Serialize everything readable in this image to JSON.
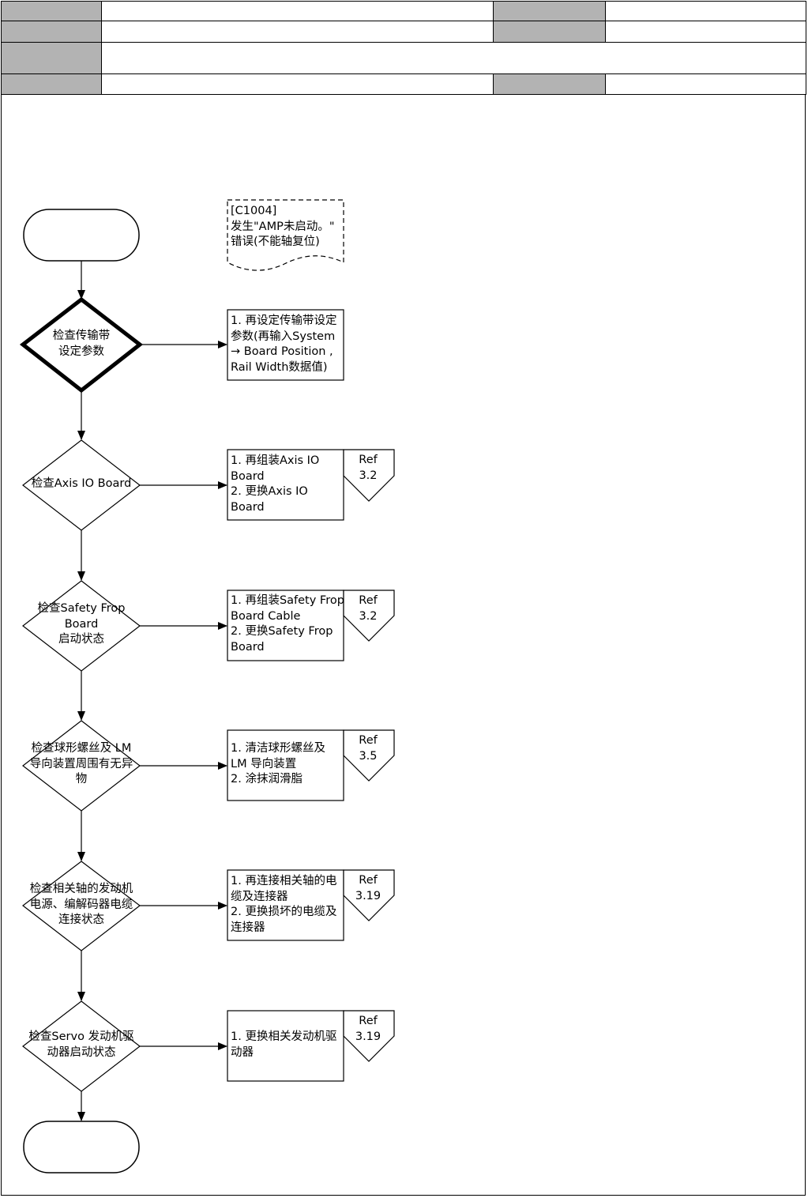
{
  "note": {
    "lines": [
      "[C1004]",
      "发生\"AMP未启动。\"",
      "错误(不能轴复位)"
    ]
  },
  "decisions": [
    {
      "lines": [
        "检查传输带",
        "设定参数"
      ]
    },
    {
      "lines": [
        "检查Axis IO Board"
      ]
    },
    {
      "lines": [
        "检查Safety Frop",
        "Board",
        "启动状态"
      ]
    },
    {
      "lines": [
        "检查球形螺丝及 LM",
        "导向装置周围有无异",
        "物"
      ]
    },
    {
      "lines": [
        "检查相关轴的发动机",
        "电源、编解码器电缆",
        "连接状态"
      ]
    },
    {
      "lines": [
        "检查Servo 发动机驱",
        "动器启动状态"
      ]
    }
  ],
  "actions": [
    {
      "lines": [
        "1. 再设定传输带设定",
        "参数(再输入System",
        "→ Board Position ,",
        "Rail Width数据值)"
      ]
    },
    {
      "lines": [
        "1. 再组装Axis IO",
        "Board",
        "2. 更换Axis IO",
        "Board"
      ]
    },
    {
      "lines": [
        "1. 再组装Safety Frop",
        "Board Cable",
        "2. 更换Safety Frop",
        "Board"
      ]
    },
    {
      "lines": [
        "1. 清洁球形螺丝及",
        "LM 导向装置",
        "2. 涂抹润滑脂"
      ]
    },
    {
      "lines": [
        "1. 再连接相关轴的电",
        "缆及连接器",
        "2. 更换损坏的电缆及",
        "连接器"
      ]
    },
    {
      "lines": [
        "1. 更换相关发动机驱",
        "动器"
      ]
    }
  ],
  "refs": [
    null,
    {
      "label": "Ref",
      "value": "3.2"
    },
    {
      "label": "Ref",
      "value": "3.2"
    },
    {
      "label": "Ref",
      "value": "3.5"
    },
    {
      "label": "Ref",
      "value": "3.19"
    },
    {
      "label": "Ref",
      "value": "3.19"
    }
  ]
}
